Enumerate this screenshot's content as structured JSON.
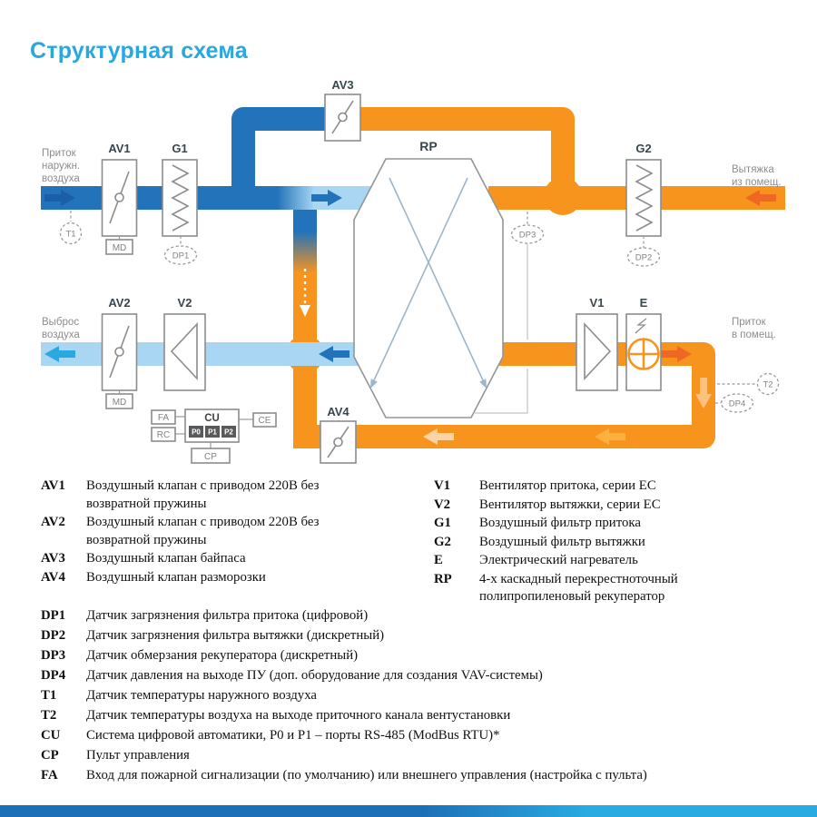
{
  "title": "Структурная схема",
  "diagram": {
    "tags": {
      "av1": "AV1",
      "av2": "AV2",
      "av3": "AV3",
      "av4": "AV4",
      "g1": "G1",
      "g2": "G2",
      "v1": "V1",
      "v2": "V2",
      "e": "E",
      "rp": "RP"
    },
    "sensors": {
      "t1": "T1",
      "t2": "T2",
      "dp1": "DP1",
      "dp2": "DP2",
      "dp3": "DP3",
      "dp4": "DP4",
      "md": "MD"
    },
    "control": {
      "cu": "CU",
      "fa": "FA",
      "rc": "RC",
      "ce": "CE",
      "cp": "CP",
      "p0": "P0",
      "p1": "P1",
      "p2": "P2"
    },
    "flow_labels": {
      "intake": [
        "Приток",
        "наружн.",
        "воздуха"
      ],
      "extract": [
        "Вытяжка",
        "из помещ."
      ],
      "exhaust": [
        "Выброс",
        "воздуха"
      ],
      "supply": [
        "Приток",
        "в помещ."
      ]
    }
  },
  "legend": {
    "components": [
      {
        "code": "AV1",
        "text": "Воздушный клапан с приводом 220В без возвратной пружины"
      },
      {
        "code": "AV2",
        "text": "Воздушный клапан с приводом 220В без возвратной пружины"
      },
      {
        "code": "AV3",
        "text": "Воздушный клапан байпаса"
      },
      {
        "code": "AV4",
        "text": "Воздушный клапан разморозки"
      },
      {
        "code": "V1",
        "text": "Вентилятор притока, серии EC"
      },
      {
        "code": "V2",
        "text": "Вентилятор вытяжки, серии EC"
      },
      {
        "code": "G1",
        "text": "Воздушный фильтр притока"
      },
      {
        "code": "G2",
        "text": "Воздушный фильтр вытяжки"
      },
      {
        "code": "E",
        "text": "Электрический нагреватель"
      },
      {
        "code": "RP",
        "text": "4-х каскадный перекрестноточный полипропиленовый рекуператор"
      }
    ],
    "sensors": [
      {
        "code": "DP1",
        "text": "Датчик загрязнения фильтра притока (цифровой)"
      },
      {
        "code": "DP2",
        "text": "Датчик загрязнения фильтра вытяжки (дискретный)"
      },
      {
        "code": "DP3",
        "text": "Датчик обмерзания рекуператора (дискретный)"
      },
      {
        "code": "DP4",
        "text": "Датчик давления на выходе ПУ (доп. оборудование для создания VAV-системы)"
      },
      {
        "code": "T1",
        "text": "Датчик температуры наружного воздуха"
      },
      {
        "code": "T2",
        "text": "Датчик температуры воздуха на выходе приточного канала вентустановки"
      },
      {
        "code": "CU",
        "text": "Система цифровой автоматики, P0 и P1 – порты RS-485 (ModBus RTU)*"
      },
      {
        "code": "CP",
        "text": "Пульт управления"
      },
      {
        "code": "FA",
        "text": "Вход для пожарной сигнализации (по умолчанию) или внешнего управления (настройка с пульта)"
      }
    ]
  },
  "colors": {
    "title": "#29a8df",
    "duct_cold": "#2273b9",
    "duct_cold_light": "#a9d7f3",
    "duct_warm": "#f7941e",
    "accent_cyan": "#2aa9e0",
    "footer_left": "#1d70b7",
    "footer_right": "#29abe2"
  }
}
